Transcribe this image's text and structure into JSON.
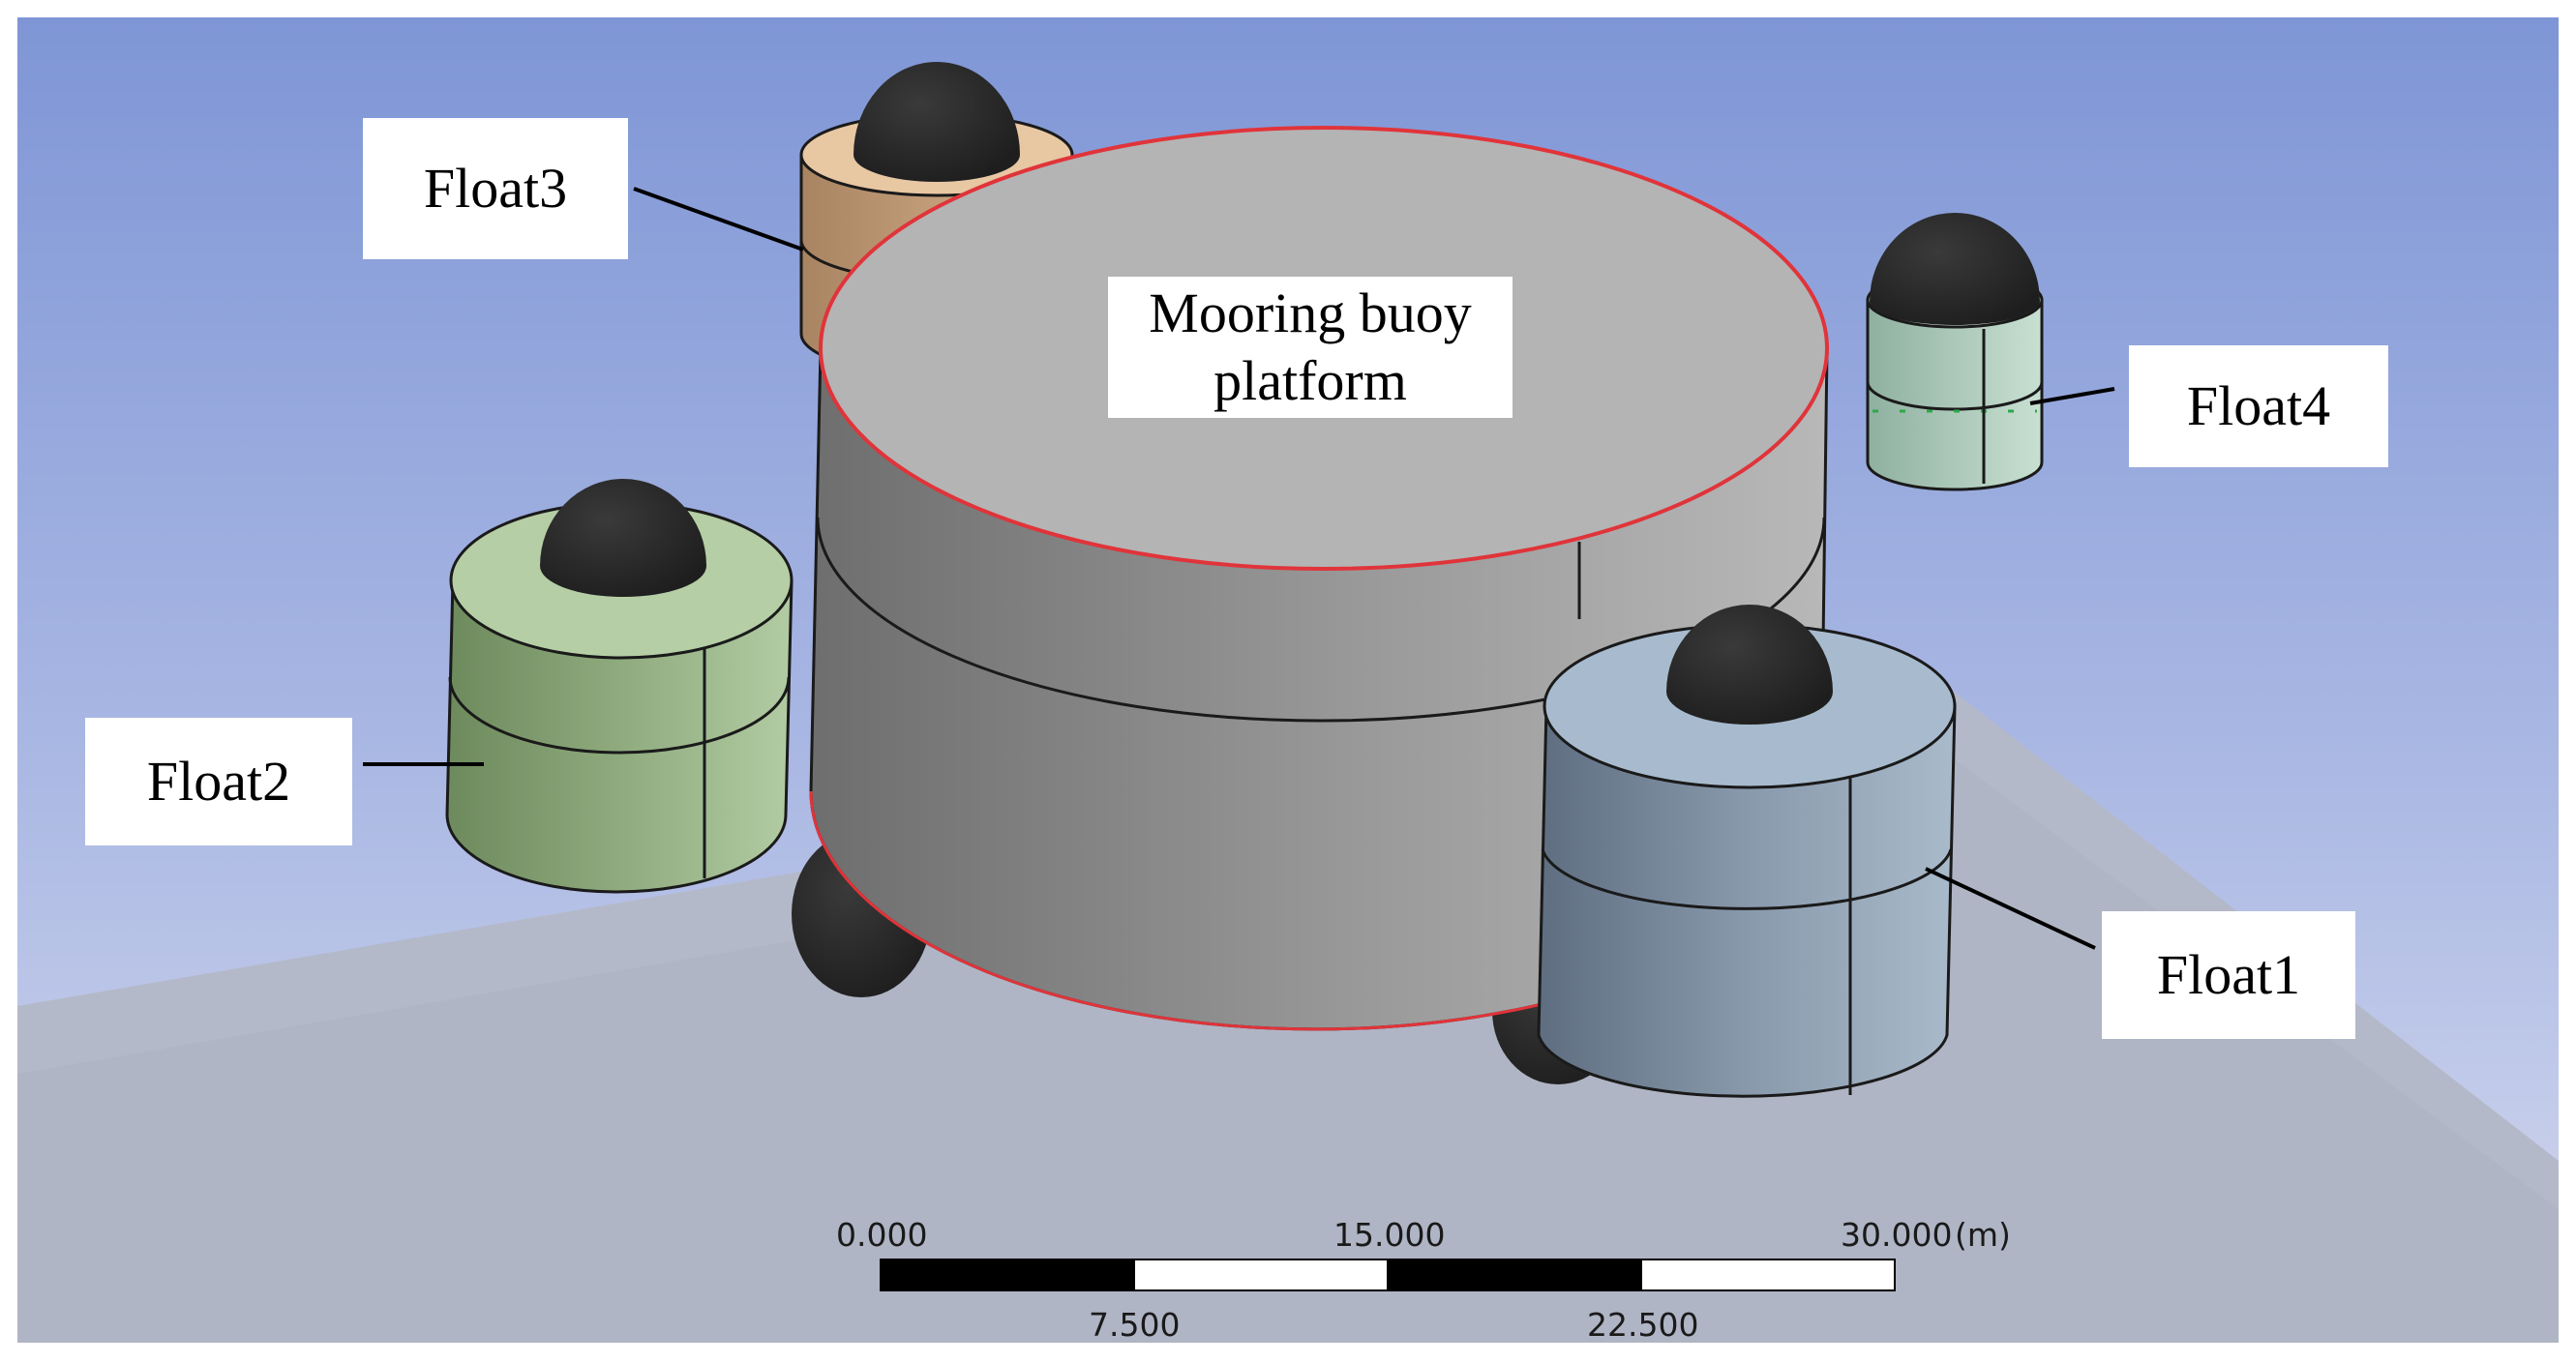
{
  "labels": {
    "float1": "Float1",
    "float2": "Float2",
    "float3": "Float3",
    "float4": "Float4",
    "platform_line1": "Mooring buoy",
    "platform_line2": "platform"
  },
  "scale_bar": {
    "tick_0": "0.000",
    "tick_1": "7.500",
    "tick_2": "15.000",
    "tick_3": "22.500",
    "tick_4": "30.000",
    "unit": "(m)"
  },
  "colors": {
    "background_top": "#8aa0d9",
    "background_bottom": "#c9d0ea",
    "ground": "#b7bccb",
    "platform_side": "#8c8c8c",
    "platform_top": "#b4b4b4",
    "platform_edge": "#e0343a",
    "float1": "#9fb4c8",
    "float2": "#a9c39a",
    "float3": "#d9b08a",
    "float4": "#b8d3c3",
    "dome": "#2b2b2b"
  }
}
